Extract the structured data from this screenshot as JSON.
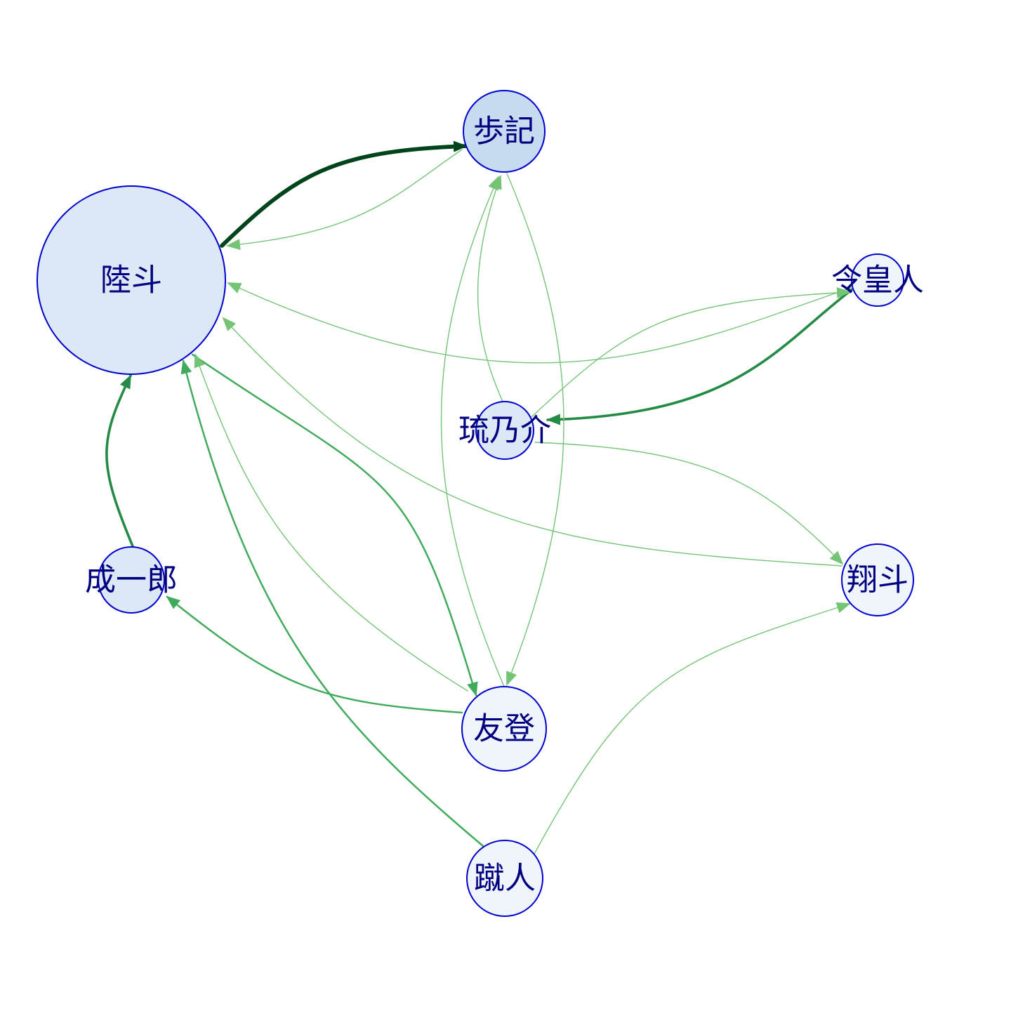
{
  "colors": {
    "node_stroke": "#0000cc",
    "label": "#000080",
    "edge_light": "#74c476",
    "edge_mid": "#41ab5d",
    "edge_strong": "#238b45",
    "edge_darkest": "#00441b"
  },
  "nodes": [
    {
      "id": "rikuto",
      "label": "陸斗",
      "fill": "#dce8f6"
    },
    {
      "id": "ayuki",
      "label": "歩記",
      "fill": "#c6dbef"
    },
    {
      "id": "reiko",
      "label": "令皇人",
      "fill": "#f0f5fc"
    },
    {
      "id": "runosuke",
      "label": "琉乃介",
      "fill": "#dce8f6"
    },
    {
      "id": "seiichiro",
      "label": "成一郎",
      "fill": "#dce8f6"
    },
    {
      "id": "shoto",
      "label": "翔斗",
      "fill": "#f0f5fc"
    },
    {
      "id": "tomo",
      "label": "友登",
      "fill": "#f0f5fc"
    },
    {
      "id": "shuto",
      "label": "蹴人",
      "fill": "#f0f5fc"
    }
  ],
  "edges": [
    {
      "from": "rikuto",
      "to": "ayuki",
      "weight": 5,
      "color": "#00441b"
    },
    {
      "from": "ayuki",
      "to": "rikuto",
      "weight": 1,
      "color": "#74c476"
    },
    {
      "from": "reiko",
      "to": "rikuto",
      "weight": 1,
      "color": "#74c476"
    },
    {
      "from": "reiko",
      "to": "runosuke",
      "weight": 3,
      "color": "#238b45"
    },
    {
      "from": "runosuke",
      "to": "reiko",
      "weight": 1,
      "color": "#74c476"
    },
    {
      "from": "runosuke",
      "to": "ayuki",
      "weight": 1,
      "color": "#74c476"
    },
    {
      "from": "runosuke",
      "to": "shoto",
      "weight": 1,
      "color": "#74c476"
    },
    {
      "from": "shoto",
      "to": "rikuto",
      "weight": 1,
      "color": "#74c476"
    },
    {
      "from": "rikuto",
      "to": "tomo",
      "weight": 2,
      "color": "#41ab5d"
    },
    {
      "from": "tomo",
      "to": "rikuto",
      "weight": 1,
      "color": "#74c476"
    },
    {
      "from": "tomo",
      "to": "ayuki",
      "weight": 1,
      "color": "#74c476"
    },
    {
      "from": "ayuki",
      "to": "tomo",
      "weight": 1,
      "color": "#74c476"
    },
    {
      "from": "tomo",
      "to": "seiichiro",
      "weight": 2,
      "color": "#41ab5d"
    },
    {
      "from": "seiichiro",
      "to": "rikuto",
      "weight": 3,
      "color": "#238b45"
    },
    {
      "from": "shuto",
      "to": "rikuto",
      "weight": 2,
      "color": "#41ab5d"
    },
    {
      "from": "shuto",
      "to": "shoto",
      "weight": 1,
      "color": "#74c476"
    }
  ]
}
